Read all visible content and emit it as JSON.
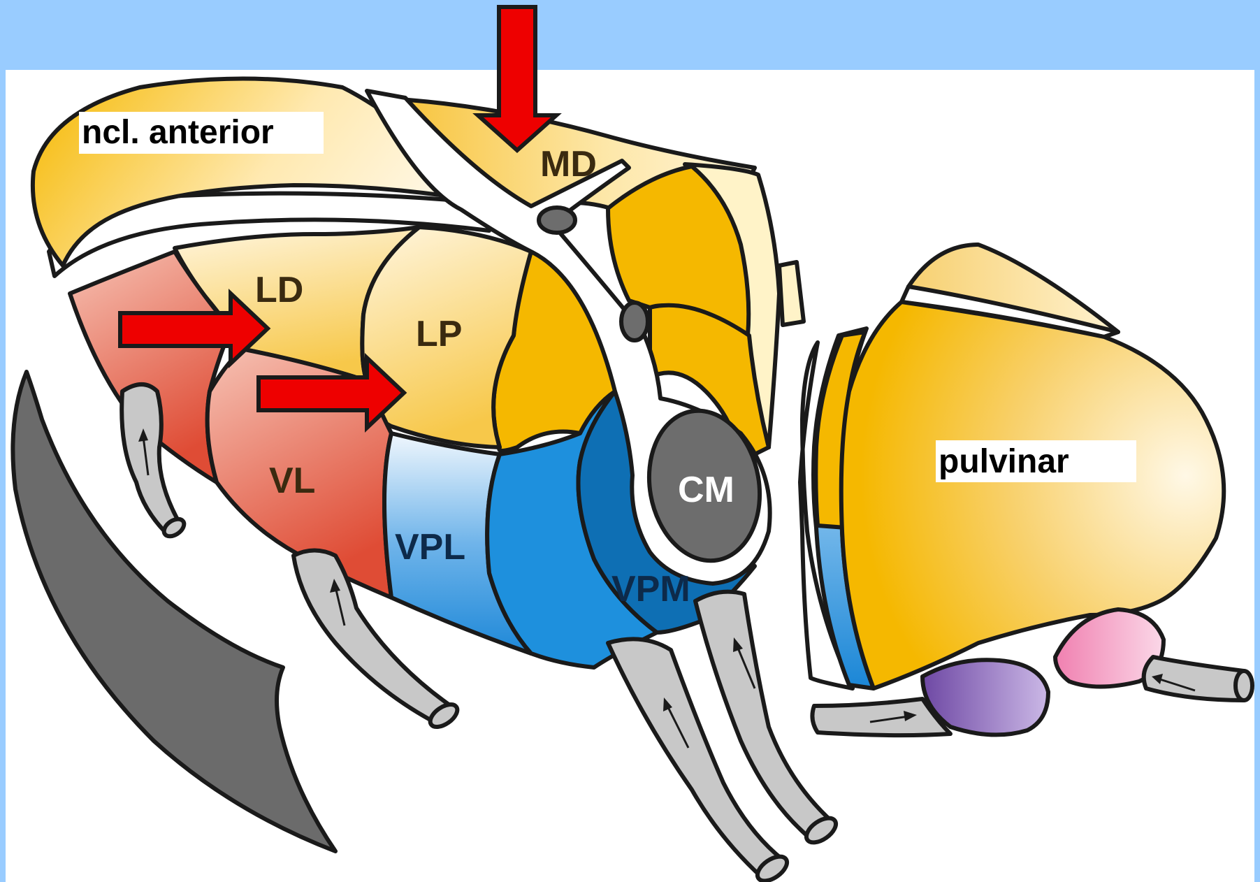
{
  "colors": {
    "background": "#99ccff",
    "panel": "#ffffff",
    "outline": "#1a1a1a",
    "yellow_dark": "#f5b800",
    "yellow_light": "#fff3d4",
    "red": "#e05a45",
    "red_light": "#f4b7a8",
    "blue": "#1e90dd",
    "blue_dark": "#0e6fb4",
    "blue_light": "#e6f1fb",
    "gray_tract": "#c8c8c8",
    "gray_dark": "#6d6d6d",
    "purple": "#8a63b8",
    "pink": "#f3a6c6",
    "arrow": "#ee0000"
  },
  "labels": {
    "anterior": "ncl. anterior",
    "pulvinar": "pulvinar"
  },
  "nuclei": {
    "md": "MD",
    "ld": "LD",
    "lp": "LP",
    "vl": "VL",
    "vpl": "VPL",
    "vpm": "VPM",
    "cm": "CM"
  },
  "icons": {
    "pointer_arrows": "red-block-arrow",
    "tract_arrows": "small-black-arrow"
  }
}
